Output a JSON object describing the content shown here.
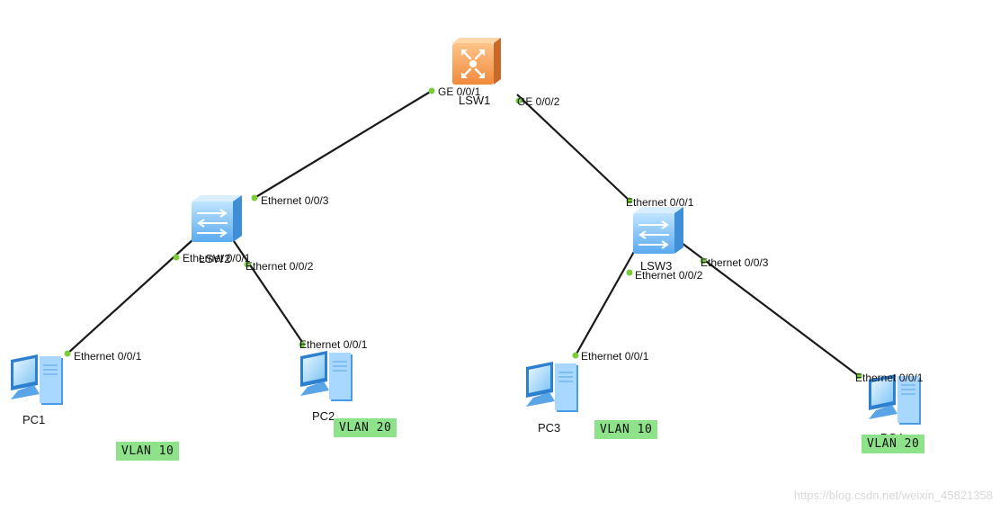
{
  "colors": {
    "link": "#1a1a1a",
    "port_dot": "#7ccc3a",
    "vlan_tag_bg": "#8ee38a",
    "router_orange": "#f0a060",
    "switch_blue": "#6fb8f0",
    "pc_blue": "#6ab4ee"
  },
  "devices": {
    "lsw1": {
      "label": "LSW1",
      "icon": "core-switch-icon"
    },
    "lsw2": {
      "label": "LSW2",
      "icon": "switch-icon"
    },
    "lsw3": {
      "label": "LSW3",
      "icon": "switch-icon"
    },
    "pc1": {
      "label": "PC1",
      "icon": "pc-icon"
    },
    "pc2": {
      "label": "PC2",
      "icon": "pc-icon"
    },
    "pc3": {
      "label": "PC3",
      "icon": "pc-icon"
    },
    "pc4": {
      "label": "PC4",
      "icon": "pc-icon"
    }
  },
  "ports": {
    "lsw1_ge1": "GE 0/0/1",
    "lsw1_ge2": "GE 0/0/2",
    "lsw2_e3": "Ethernet 0/0/3",
    "lsw2_e1": "Ethernet 0/0/1",
    "lsw2_e2": "Ethernet 0/0/2",
    "lsw3_e1": "Ethernet 0/0/1",
    "lsw3_e2": "Ethernet 0/0/2",
    "lsw3_e3": "Ethernet 0/0/3",
    "pc1_e1": "Ethernet 0/0/1",
    "pc2_e1": "Ethernet 0/0/1",
    "pc3_e1": "Ethernet 0/0/1",
    "pc4_e1": "Ethernet 0/0/1"
  },
  "vlans": {
    "pc1": "VLAN 10",
    "pc2": "VLAN 20",
    "pc3": "VLAN 10",
    "pc4": "VLAN 20"
  },
  "watermark": "https://blog.csdn.net/weixin_45821358"
}
